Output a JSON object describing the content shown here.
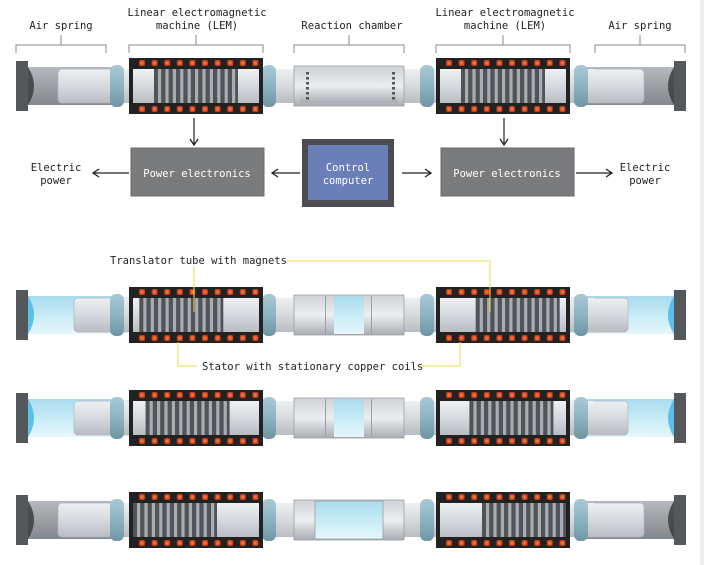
{
  "colors": {
    "tube_light": "#dcdfe3",
    "tube_mid": "#c3c7cc",
    "tube_dark": "#9ea3a8",
    "collar": "#8fb5c3",
    "stator": "#222222",
    "coil": "#d5401c",
    "coil_glow": "#ff7a3a",
    "magnet_dark": "#505357",
    "magnet_light": "#a9adb1",
    "endcap": "#55585b",
    "gas_blue": "#bfe6f2",
    "box_gray": "#7a7b7d",
    "box_border": "#5e5f61",
    "control_fill": "#6a7fb8",
    "control_border": "#4b4d53",
    "leader_yellow": "#f0d94a",
    "line": "#222222"
  },
  "labels": {
    "air_spring_left": "Air spring",
    "lem_left": [
      "Linear electromagnetic",
      "machine (LEM)"
    ],
    "reaction_chamber": "Reaction chamber",
    "lem_right": [
      "Linear electromagnetic",
      "machine (LEM)"
    ],
    "air_spring_right": "Air spring"
  },
  "block_diagram": {
    "power_left": "Power electronics",
    "power_right": "Power electronics",
    "control": [
      "Control",
      "computer"
    ],
    "output_left": [
      "Electric",
      "power"
    ],
    "output_right": [
      "Electric",
      "power"
    ]
  },
  "annotations": {
    "translator": "Translator tube with magnets",
    "stator": "Stator with stationary copper coils"
  },
  "rows": [
    {
      "name": "assembly-overview",
      "chamber": "gray",
      "spring_fill": "gray",
      "translator_offset": 0.5
    },
    {
      "name": "assembly-stage-1",
      "chamber": "small-blue",
      "spring_fill": "blue",
      "translator_offset": 0.15
    },
    {
      "name": "assembly-stage-2",
      "chamber": "small-blue",
      "spring_fill": "blue",
      "translator_offset": 0.3
    },
    {
      "name": "assembly-stage-3",
      "chamber": "large-blue",
      "spring_fill": "gray",
      "translator_offset": 0.0
    }
  ]
}
